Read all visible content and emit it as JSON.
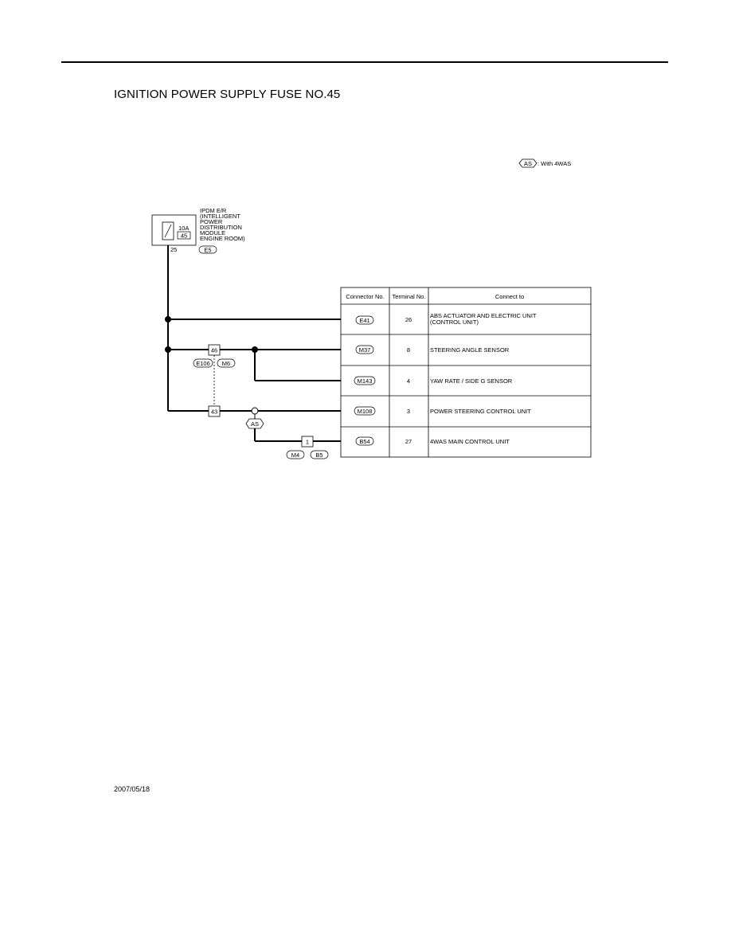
{
  "page": {
    "title": "IGNITION POWER SUPPLY FUSE NO.45",
    "date": "2007/05/18"
  },
  "legend": {
    "badge": "AS",
    "text": ": With 4WAS"
  },
  "ipdm": {
    "lines": [
      "IPDM E/R",
      "(INTELLIGENT",
      "POWER",
      "DISTRIBUTION",
      "MODULE",
      "ENGINE ROOM)"
    ],
    "fuse_rating": "10A",
    "fuse_number": "45",
    "terminal": "25",
    "connector": "E5"
  },
  "junctions": {
    "j46": "46",
    "j43": "43",
    "j1": "1",
    "conn_e106": "E106",
    "conn_m6": "M6",
    "conn_m4": "M4",
    "conn_b5": "B5",
    "as_badge": "AS"
  },
  "table": {
    "headers": [
      "Connector No.",
      "Terminal No.",
      "Connect to"
    ],
    "rows": [
      {
        "connector": "E41",
        "terminal": "26",
        "connect_to": [
          "ABS ACTUATOR AND ELECTRIC UNIT",
          "(CONTROL UNIT)"
        ]
      },
      {
        "connector": "M37",
        "terminal": "8",
        "connect_to": [
          "STEERING ANGLE SENSOR"
        ]
      },
      {
        "connector": "M143",
        "terminal": "4",
        "connect_to": [
          "YAW RATE / SIDE G SENSOR"
        ]
      },
      {
        "connector": "M108",
        "terminal": "3",
        "connect_to": [
          "POWER STEERING CONTROL UNIT"
        ]
      },
      {
        "connector": "B54",
        "terminal": "27",
        "connect_to": [
          "4WAS MAIN CONTROL UNIT"
        ]
      }
    ]
  }
}
